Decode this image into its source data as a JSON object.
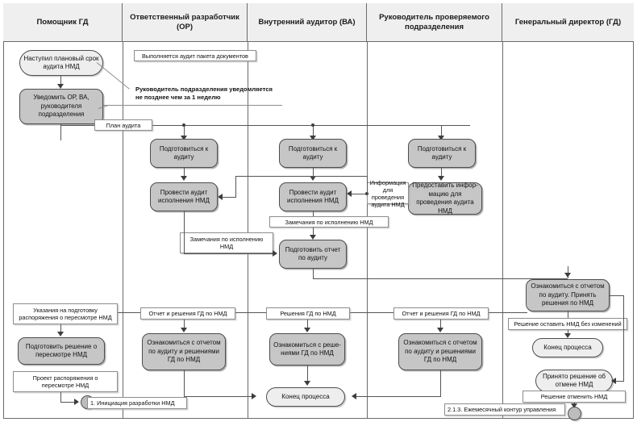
{
  "diagram": {
    "title": "2.1.3. Ежемесячный контур управления",
    "colors": {
      "lane_header_bg": "#efefef",
      "activity_fill": "#c6c6c6",
      "activity_light_fill": "#eeeeee",
      "note_fill": "#ffffff",
      "border": "#4d4d4d",
      "connector": "#555555"
    }
  },
  "lanes": [
    {
      "id": "lane-pomoshchnik-gd",
      "label": "Помощник ГД"
    },
    {
      "id": "lane-otvetstvennyi-razrabotchik",
      "label": "Ответственный разработчик (ОР)"
    },
    {
      "id": "lane-vnutrennii-auditor",
      "label": "Внутренний аудитор (ВА)"
    },
    {
      "id": "lane-rukovoditel-podrazdeleniya",
      "label": "Руководитель проверяемого подразделения"
    },
    {
      "id": "lane-generalnyi-direktor",
      "label": "Генеральный директор (ГД)"
    }
  ],
  "activities": [
    {
      "id": "start-event",
      "label": "Наступил плановый срок аудита НМД"
    },
    {
      "id": "notify-or-va-head",
      "label": "Уведомить ОР, ВА, руководителя подразделения"
    },
    {
      "id": "prepare-audit-or",
      "label": "Подготовиться к аудиту"
    },
    {
      "id": "prepare-audit-va",
      "label": "Подготовиться к аудиту"
    },
    {
      "id": "prepare-audit-head",
      "label": "Подготовиться к аудиту"
    },
    {
      "id": "conduct-audit-or",
      "label": "Провести аудит исполнения НМД"
    },
    {
      "id": "conduct-audit-va",
      "label": "Провести аудит исполнения НМД"
    },
    {
      "id": "provide-info-head",
      "label": "Предоставить инфор-мацию для проведения аудита НМД"
    },
    {
      "id": "prepare-report-va",
      "label": "Подготовить отчет по аудиту"
    },
    {
      "id": "review-report-gd",
      "label": "Ознакомиться с отчетом по аудиту. Принять решения по НМД"
    },
    {
      "id": "prepare-revision-decision",
      "label": "Подготовить решение о пересмотре НМД"
    },
    {
      "id": "review-or",
      "label": "Ознакомиться с отчетом по аудиту и решениями ГД по НМД"
    },
    {
      "id": "review-va",
      "label": "Ознакомиться с реше-ниями ГД по НМД"
    },
    {
      "id": "review-head",
      "label": "Ознакомиться с отчетом по аудиту и решениями ГД по НМД"
    },
    {
      "id": "end-process-gd",
      "label": "Конец процесса"
    },
    {
      "id": "decision-cancel-nmd",
      "label": "Принято решение об отмене НМД"
    },
    {
      "id": "end-process-main",
      "label": "Конец процесса"
    }
  ],
  "notes": [
    {
      "id": "note-audit-package",
      "label": "Выполняется аудит пакета документов"
    },
    {
      "id": "note-audit-plan",
      "label": "План аудита"
    },
    {
      "id": "note-remarks-va",
      "label": "Замечания по исполнению НМД"
    },
    {
      "id": "note-remarks-or",
      "label": "Замечания по исполнению НМД"
    },
    {
      "id": "note-info-for-audit",
      "label": "Информация для проведения аудита НМД"
    },
    {
      "id": "note-instructions",
      "label": "Указания на подготовку распоряжения о пересмотре НМД"
    },
    {
      "id": "note-draft-order",
      "label": "Проект распоряжения о пересмотре НМД"
    },
    {
      "id": "note-report-decisions-or",
      "label": "Отчет и решения ГД по НМД"
    },
    {
      "id": "note-decisions-va",
      "label": "Решения ГД по НМД"
    },
    {
      "id": "note-report-decisions-head",
      "label": "Отчет и решения ГД по НМД"
    },
    {
      "id": "note-keep-unchanged",
      "label": "Решение оставить НМД без изменений"
    },
    {
      "id": "note-cancel-nmd",
      "label": "Решение отменить НМД"
    },
    {
      "id": "note-link-initiation",
      "label": "1. Инициация разработки НМД"
    },
    {
      "id": "note-link-monthly",
      "label": "2.1.3. Ежемесячный контур управления"
    }
  ],
  "annotations": [
    {
      "id": "anno-head-notified",
      "line1": "Руководитель подразделения уведомляется",
      "line2": "не позднее чем за 1 неделю"
    }
  ]
}
